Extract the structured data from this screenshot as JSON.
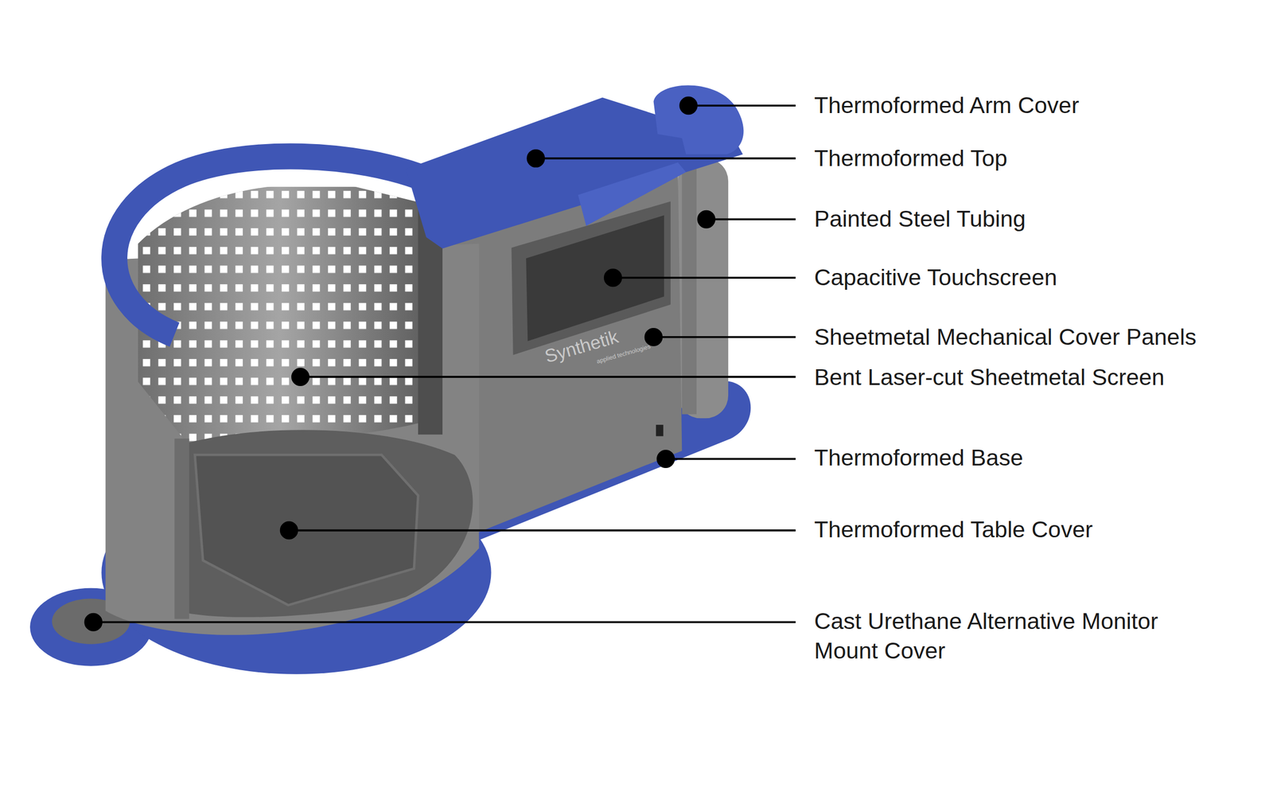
{
  "diagram": {
    "labels": [
      "Thermoformed Arm Cover",
      "Thermoformed Top",
      "Painted Steel Tubing",
      "Capacitive Touchscreen",
      "Sheetmetal Mechanical Cover Panels",
      "Bent Laser-cut Sheetmetal Screen",
      "Thermoformed Base",
      "Thermoformed Table Cover",
      "Cast Urethane Alternative Monitor Mount Cover",
      "Synthetik",
      "applied technologies"
    ]
  }
}
